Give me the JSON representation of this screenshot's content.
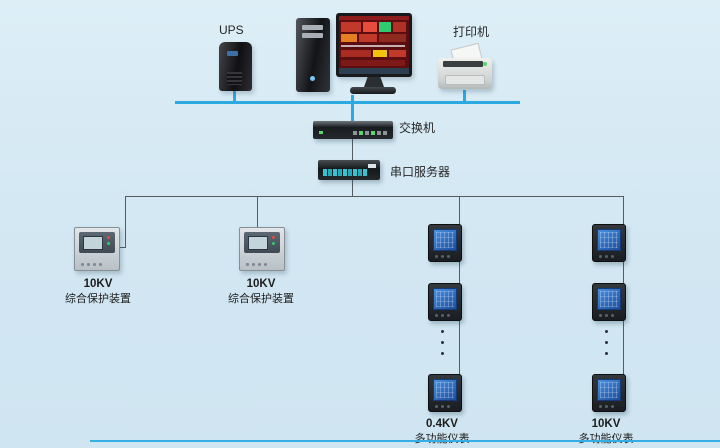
{
  "diagram": {
    "top": {
      "ups_label": "UPS",
      "printer_label": "打印机"
    },
    "switch": {
      "label": "交换机"
    },
    "serial_server": {
      "label": "串口服务器"
    },
    "protection_devices": [
      {
        "voltage": "10KV",
        "label": "综合保护装置"
      },
      {
        "voltage": "10KV",
        "label": "综合保护装置"
      }
    ],
    "meter_columns": [
      {
        "voltage": "0.4KV",
        "label": "多功能仪表"
      },
      {
        "voltage": "10KV",
        "label": "多功能仪表"
      }
    ]
  },
  "colors": {
    "background": "#d2e7f2",
    "bus_line": "#2da9e1",
    "branch_line": "#565b60",
    "meter_screen": "#2f6fc4"
  }
}
